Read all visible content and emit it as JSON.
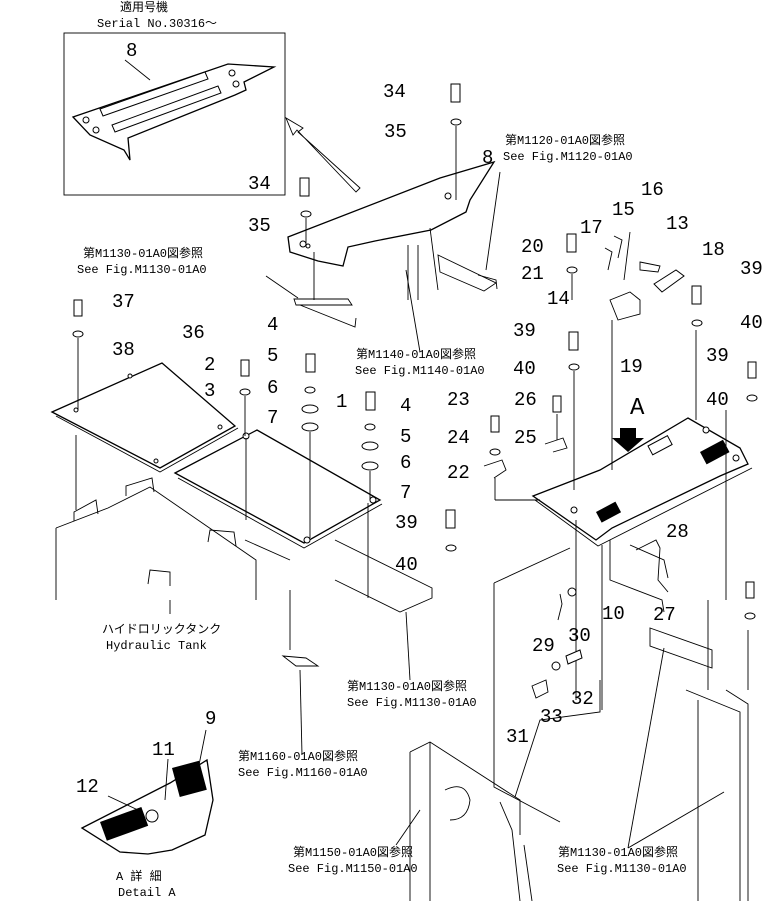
{
  "serial": {
    "jp": "適用号機",
    "en": "Serial No.30316〜"
  },
  "notes": {
    "hydraulic_tank": {
      "jp": "ハイドロリックタンク",
      "en": "Hydraulic Tank"
    },
    "detail": {
      "jp": "A 詳 細",
      "en": "Detail A"
    },
    "detail_marker": "A"
  },
  "refs": [
    {
      "jp": "第M1120-01A0図参照",
      "en": "See Fig.M1120-01A0"
    },
    {
      "jp": "第M1130-01A0図参照",
      "en": "See Fig.M1130-01A0"
    },
    {
      "jp": "第M1140-01A0図参照",
      "en": "See Fig.M1140-01A0"
    },
    {
      "jp": "第M1130-01A0図参照",
      "en": "See Fig.M1130-01A0"
    },
    {
      "jp": "第M1160-01A0図参照",
      "en": "See Fig.M1160-01A0"
    },
    {
      "jp": "第M1150-01A0図参照",
      "en": "See Fig.M1150-01A0"
    },
    {
      "jp": "第M1130-01A0図参照",
      "en": "See Fig.M1130-01A0"
    }
  ],
  "callouts": [
    "8",
    "34",
    "35",
    "8",
    "34",
    "35",
    "37",
    "38",
    "36",
    "2",
    "3",
    "4",
    "5",
    "6",
    "7",
    "1",
    "4",
    "5",
    "6",
    "7",
    "23",
    "24",
    "22",
    "26",
    "25",
    "20",
    "21",
    "17",
    "15",
    "16",
    "13",
    "18",
    "14",
    "19",
    "39",
    "40",
    "39",
    "40",
    "39",
    "40",
    "A",
    "28",
    "10",
    "27",
    "39",
    "40",
    "29",
    "30",
    "32",
    "33",
    "31",
    "9",
    "11",
    "12"
  ]
}
